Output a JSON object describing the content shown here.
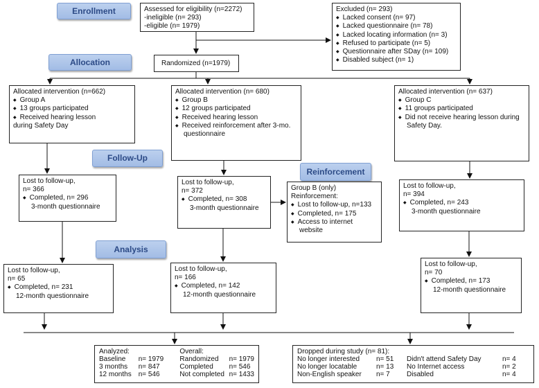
{
  "stages": {
    "enrollment": "Enrollment",
    "allocation": "Allocation",
    "followup": "Follow-Up",
    "reinforcement": "Reinforcement",
    "analysis": "Analysis"
  },
  "eligibility": {
    "title": "Assessed for eligibility (n=2272)",
    "ineligible": "-ineligible (n= 293)",
    "eligible": "-eligible (n= 1979)"
  },
  "excluded": {
    "title": "Excluded (n= 293)",
    "items": [
      "Lacked consent (n= 97)",
      "Lacked questionnaire (n= 78)",
      "Lacked locating information (n= 3)",
      "Refused to participate (n= 5)",
      "Questionnaire after SDay (n= 109)",
      "Disabled subject (n= 1)"
    ]
  },
  "randomized": "Randomized (n=1979)",
  "groupA": {
    "title": "Allocated intervention (n=662)",
    "items": [
      "Group A",
      "13 groups participated",
      "Received hearing lesson"
    ],
    "cont": "during Safety Day"
  },
  "groupB": {
    "title": "Allocated intervention (n= 680)",
    "items": [
      "Group B",
      "12 groups participated",
      "Received hearing lesson",
      "Received reinforcement after 3-mo."
    ],
    "cont": "questionnaire"
  },
  "groupC": {
    "title": "Allocated intervention (n= 637)",
    "items": [
      "Group C",
      "11 groups participated",
      "Did not receive hearing lesson during"
    ],
    "cont": "Safety Day."
  },
  "fuA": {
    "l1": "Lost to follow-up,",
    "l2": "n= 366",
    "c": "Completed, n= 296",
    "q": "3-month questionnaire"
  },
  "fuB": {
    "l1": "Lost to follow-up,",
    "l2": "n= 372",
    "c": "Completed, n= 308",
    "q": "3-month questionnaire"
  },
  "fuC": {
    "l1": "Lost to follow-up,",
    "l2": "n= 394",
    "c": "Completed, n= 243",
    "q": "3-month questionnaire"
  },
  "reinf": {
    "l1": "Group B (only)",
    "l2": "Reinforcement:",
    "items": [
      "Lost to follow-up, n=133",
      "Completed, n= 175",
      "Access to internet"
    ],
    "cont": "website"
  },
  "anA": {
    "l1": "Lost to follow-up,",
    "l2": "n= 65",
    "c": "Completed, n= 231",
    "q": "12-month questionnaire"
  },
  "anB": {
    "l1": "Lost to follow-up,",
    "l2": "n= 166",
    "c": "Completed, n= 142",
    "q": "12-month questionnaire"
  },
  "anC": {
    "l1": "Lost to follow-up,",
    "l2": "n= 70",
    "c": "Completed, n= 173",
    "q": "12-month questionnaire"
  },
  "analyzed": {
    "h1": "Analyzed:",
    "h2": "Overall:",
    "rows": [
      [
        "Baseline",
        "n= 1979",
        "Randomized",
        "n= 1979"
      ],
      [
        "3 months",
        "n= 847",
        "Completed",
        "n= 546"
      ],
      [
        "12 months",
        "n= 546",
        "Not completed",
        "n= 1433"
      ]
    ]
  },
  "dropped": {
    "title": "Dropped during study (n= 81):",
    "rows": [
      [
        "No longer interested",
        "n= 51",
        "Didn't attend Safety Day",
        "n= 4"
      ],
      [
        "No longer locatable",
        "n= 13",
        "No Internet access",
        "n= 2"
      ],
      [
        "Non-English speaker",
        "n= 7",
        "Disabled",
        "n= 4"
      ]
    ]
  }
}
